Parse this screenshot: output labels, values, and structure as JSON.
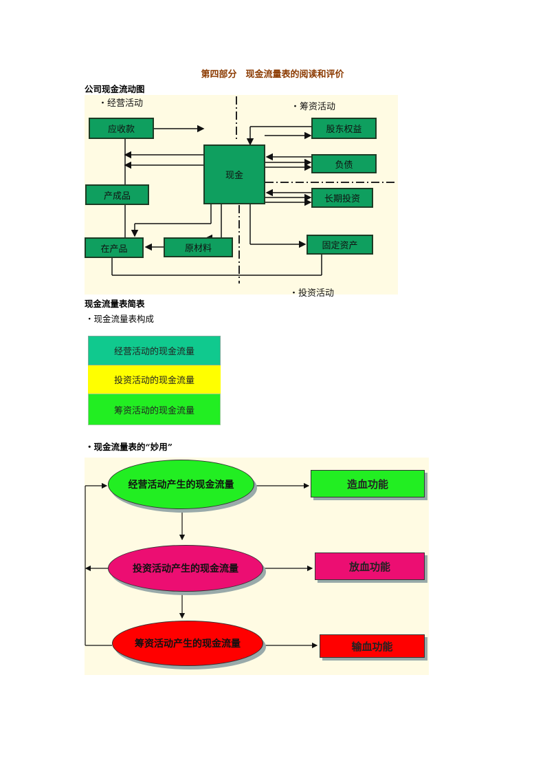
{
  "title": "第四部分　现金流量表的阅读和评价",
  "section1": {
    "heading": "公司现金流动图",
    "labels": {
      "operating": "・经营活动",
      "financing": "・筹资活动",
      "investing": "・投资活动"
    },
    "boxes": {
      "receivables": "应收款",
      "finished_goods": "产成品",
      "wip": "在产品",
      "raw_materials": "原材料",
      "cash": "现金",
      "equity": "股东权益",
      "liabilities": "负债",
      "long_term_investment": "长期投资",
      "fixed_assets": "固定资产"
    },
    "colors": {
      "box_fill": "#0f9f5f",
      "panel": "#fffbe3"
    }
  },
  "section2": {
    "heading": "现金流量表简表",
    "bullet": "・现金流量表构成",
    "rows": [
      {
        "label": "经营活动的现金流量",
        "color": "#10c98e"
      },
      {
        "label": "投资活动的现金流量",
        "color": "#ffff00"
      },
      {
        "label": "筹资活动的现金流量",
        "color": "#22ee22"
      }
    ]
  },
  "section3": {
    "bullet": "・现金流量表的“妙用”",
    "flows": [
      {
        "ellipse": "经营活动产生的现金流量",
        "function": "造血功能",
        "ellipse_color": "#22ee22",
        "box_color": "#22ee22"
      },
      {
        "ellipse": "投资活动产生的现金流量",
        "function": "放血功能",
        "ellipse_color": "#ec0e72",
        "box_color": "#ec0e72"
      },
      {
        "ellipse": "筹资活动产生的现金流量",
        "function": "输血功能",
        "ellipse_color": "#ff0000",
        "box_color": "#ff0000"
      }
    ]
  }
}
